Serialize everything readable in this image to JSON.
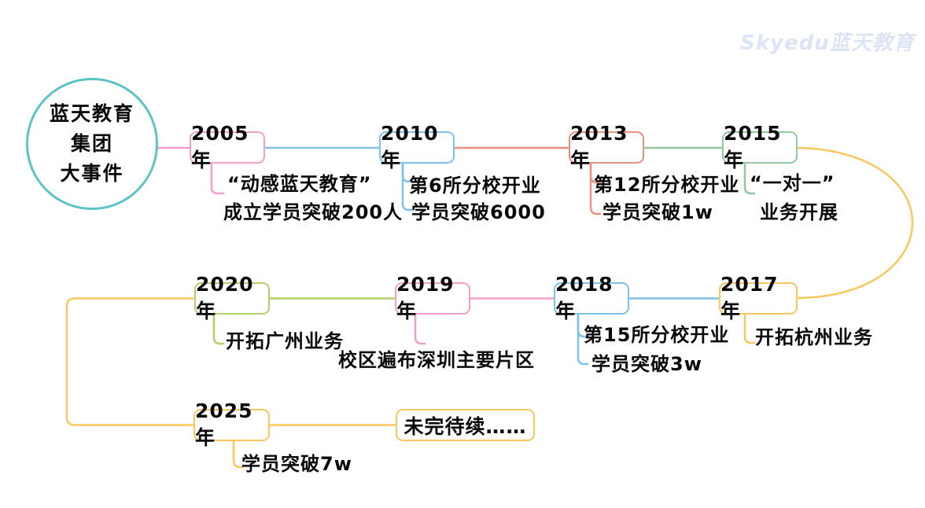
{
  "logo": {
    "text": "Skyedu蓝天教育",
    "color": "#dbe5f5"
  },
  "root": {
    "line1": "蓝天教育",
    "line2": "集团",
    "line3": "大事件",
    "color": "#5cc3c6"
  },
  "colors": {
    "teal": "#5cc3c6",
    "pink": "#f49fcb",
    "blue": "#7ec1ea",
    "salmon": "#ec9180",
    "green": "#92c8a1",
    "yellow": "#fac75e",
    "lime": "#b3d166",
    "text": "#0a0a0a",
    "background": "#ffffff"
  },
  "timeline": [
    {
      "year": "2005年",
      "color": "#f49fcb",
      "events": [
        "“动感蓝天教育”",
        "成立学员突破200人"
      ]
    },
    {
      "year": "2010年",
      "color": "#7ec1ea",
      "events": [
        "第6所分校开业",
        "学员突破6000"
      ]
    },
    {
      "year": "2013年",
      "color": "#ec9180",
      "events": [
        "第12所分校开业",
        "学员突破1w"
      ]
    },
    {
      "year": "2015年",
      "color": "#92c8a1",
      "events": [
        "“一对一”",
        "业务开展"
      ]
    },
    {
      "year": "2017年",
      "color": "#fac75e",
      "events": [
        "开拓杭州业务"
      ]
    },
    {
      "year": "2018年",
      "color": "#7ec1ea",
      "events": [
        "第15所分校开业",
        "学员突破3w"
      ]
    },
    {
      "year": "2019年",
      "color": "#f49fcb",
      "events": [
        "校区遍布深圳主要片区"
      ]
    },
    {
      "year": "2020年",
      "color": "#b3d166",
      "events": [
        "开拓广州业务"
      ]
    },
    {
      "year": "2025年",
      "color": "#fac75e",
      "events": [
        "学员突破7w"
      ]
    }
  ],
  "ending": {
    "label": "未完待续……",
    "color": "#fac75e"
  }
}
